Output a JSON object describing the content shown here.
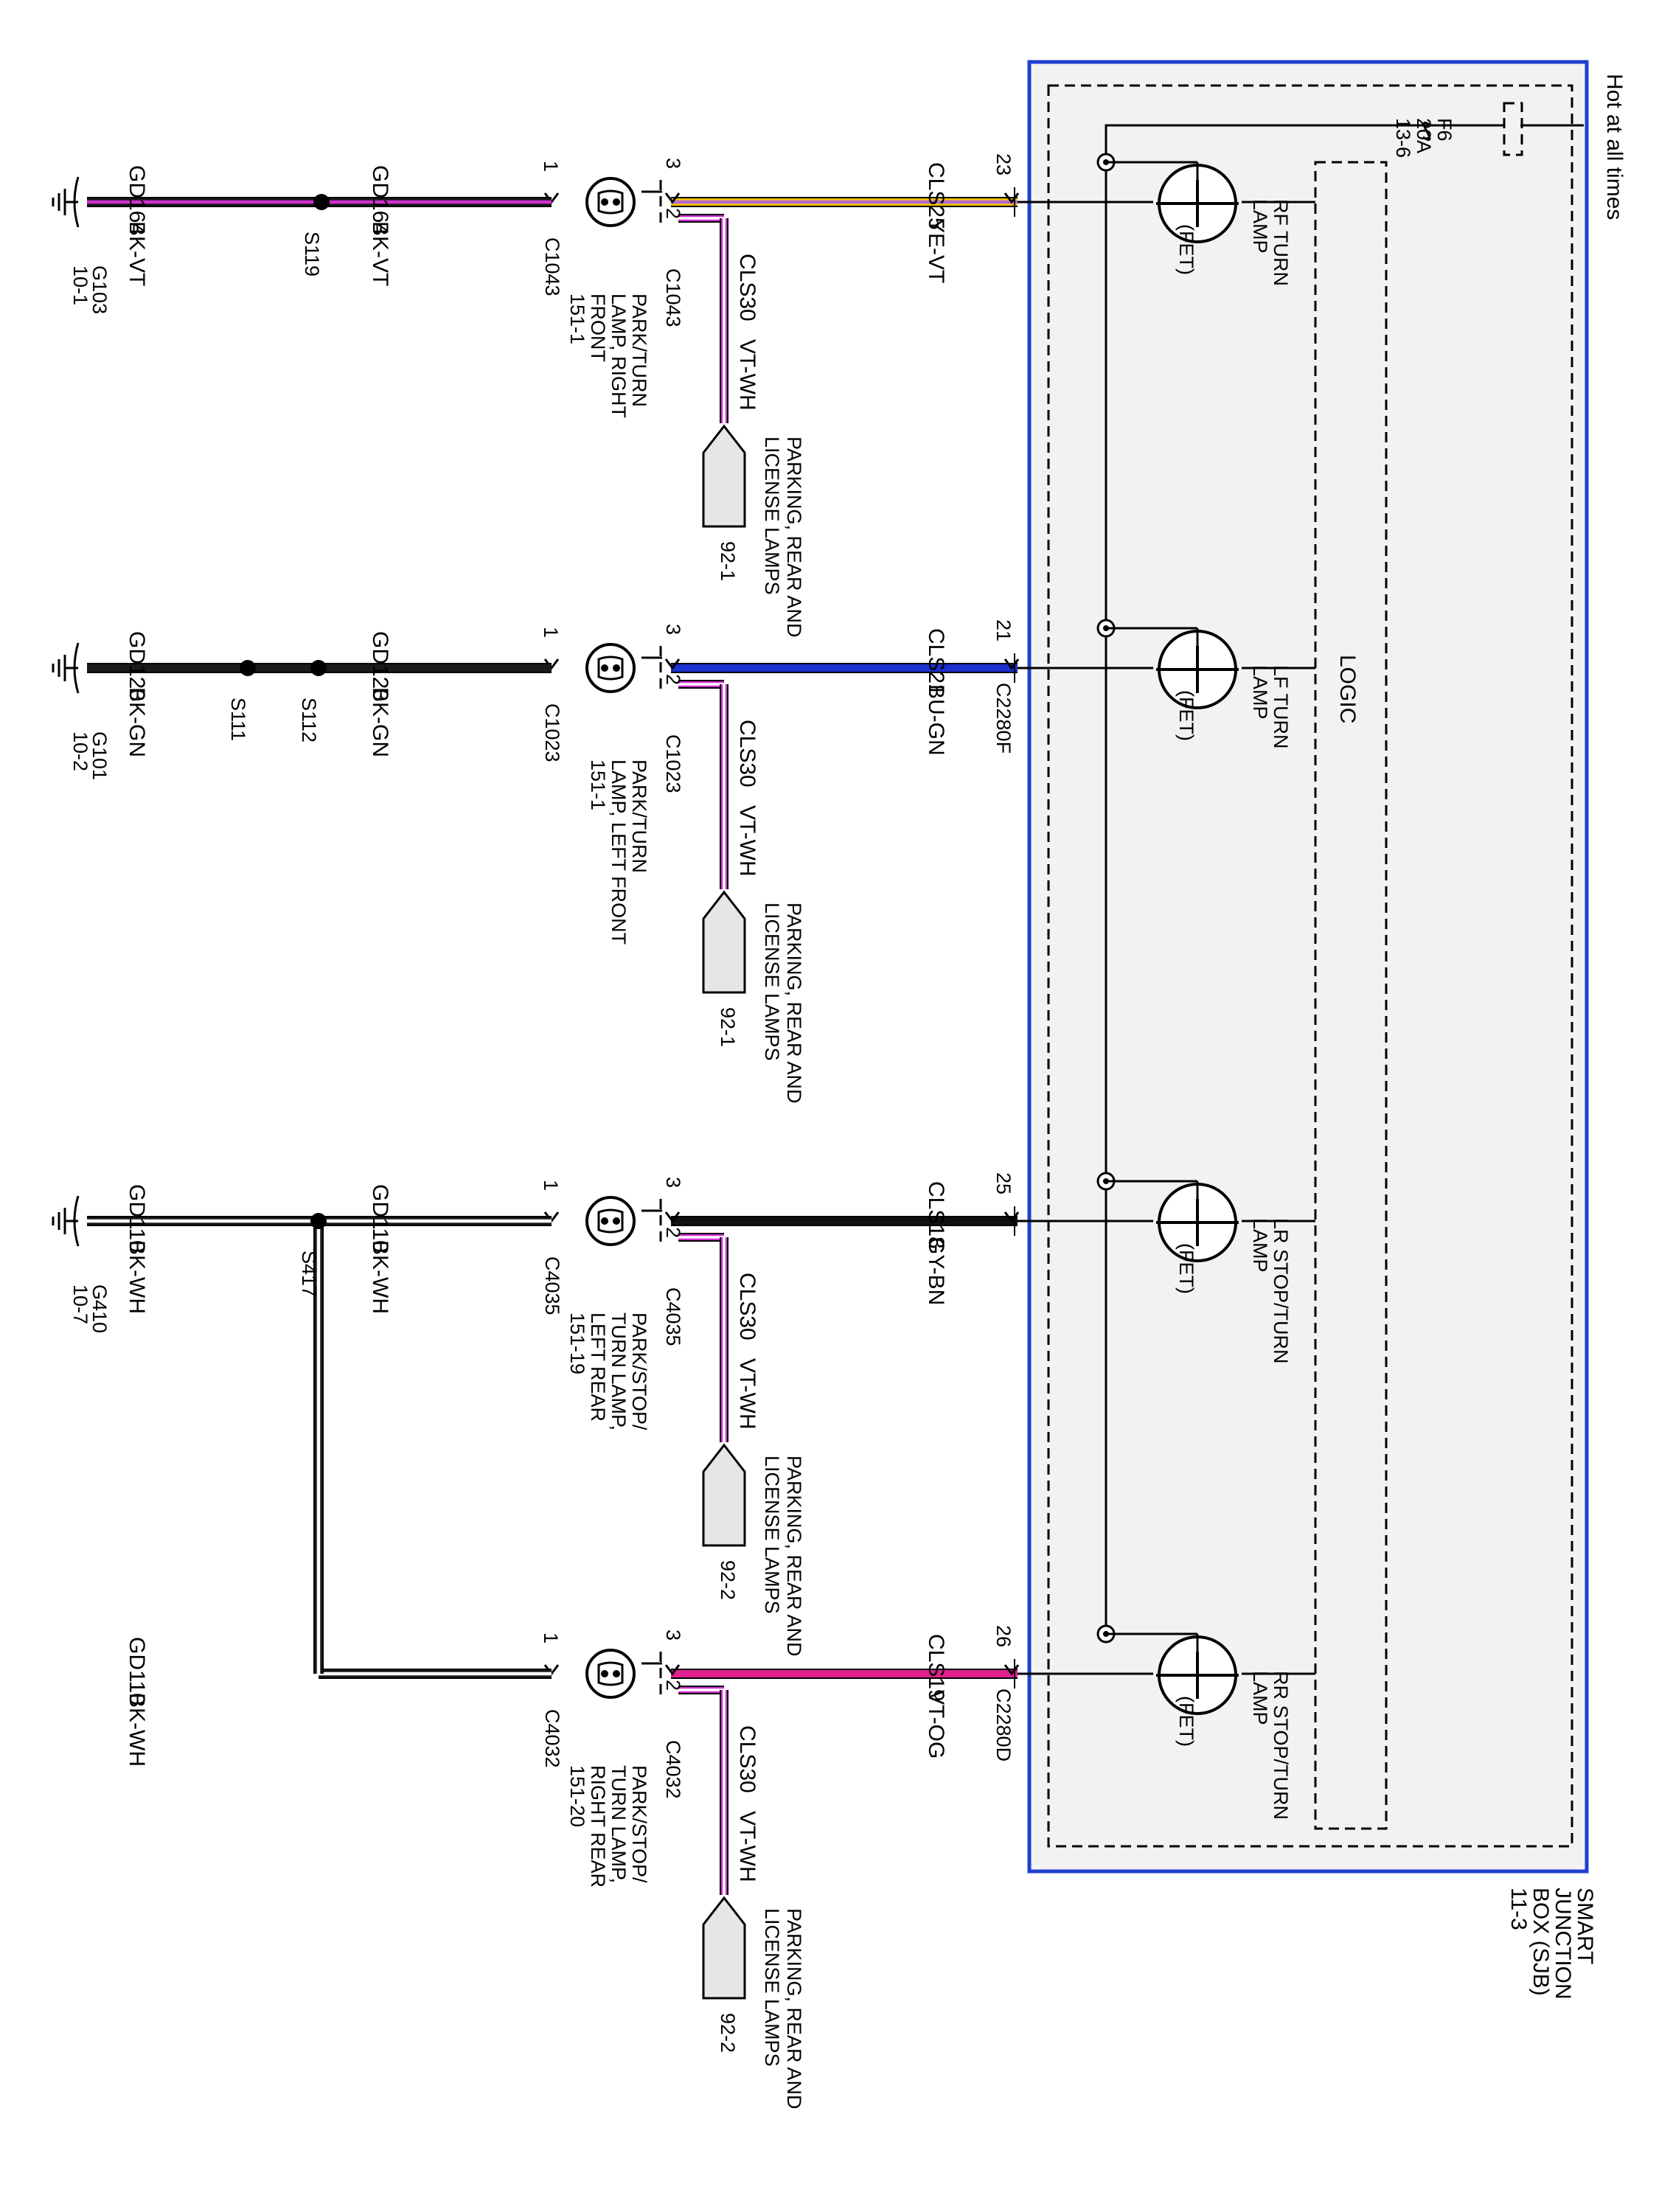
{
  "sjb": {
    "label": [
      "SMART",
      "JUNCTION",
      "BOX (SJB)",
      "11-3"
    ],
    "hot_label": "Hot at all times",
    "fuse": [
      "F6",
      "20A",
      "13-6"
    ],
    "logic": "LOGIC",
    "colors": {
      "border": "#1f3fd1",
      "fill": "#f2f2f2"
    }
  },
  "circuits": [
    {
      "id": "rf",
      "ground": {
        "id": "G103",
        "ref": "10-1"
      },
      "wire": {
        "circuit": "GD164",
        "color": "BK-VT"
      },
      "splices": [
        "S119"
      ],
      "lamp_pin_ground": "1",
      "lamp_connector": "C1043",
      "lamp_name": [
        "PARK/TURN",
        "LAMP, RIGHT",
        "FRONT",
        "151-1"
      ],
      "pin_feed": "3",
      "pin_park": "2",
      "park_wire": {
        "circuit": "CLS30",
        "color": "VT-WH"
      },
      "park_dest": [
        "PARKING, REAR AND",
        "LICENSE LAMPS"
      ],
      "park_ref": "92-1",
      "feed_wire": {
        "circuit": "CLS25",
        "color": "YE-VT"
      },
      "sjb_pin": "23",
      "sjb_connector": "",
      "fet_label": [
        "RF TURN",
        "LAMP"
      ],
      "fet_tag": "(FET)"
    },
    {
      "id": "lf",
      "ground": {
        "id": "G101",
        "ref": "10-2"
      },
      "wire": {
        "circuit": "GD120",
        "color": "BK-GN"
      },
      "splices": [
        "S111",
        "S112"
      ],
      "lamp_pin_ground": "1",
      "lamp_connector": "C1023",
      "lamp_name": [
        "PARK/TURN",
        "LAMP, LEFT FRONT",
        "151-1"
      ],
      "pin_feed": "3",
      "pin_park": "2",
      "park_wire": {
        "circuit": "CLS30",
        "color": "VT-WH"
      },
      "park_dest": [
        "PARKING, REAR AND",
        "LICENSE LAMPS"
      ],
      "park_ref": "92-1",
      "feed_wire": {
        "circuit": "CLS21",
        "color": "BU-GN"
      },
      "sjb_pin": "21",
      "sjb_connector": "C2280F",
      "fet_label": [
        "LF TURN",
        "LAMP"
      ],
      "fet_tag": "(FET)"
    },
    {
      "id": "lr",
      "ground": {
        "id": "G410",
        "ref": "10-7"
      },
      "wire": {
        "circuit": "GD110",
        "color": "BK-WH"
      },
      "splices": [
        "S417"
      ],
      "lamp_pin_ground": "1",
      "lamp_connector": "C4035",
      "lamp_name": [
        "PARK/STOP/",
        "TURN LAMP,",
        "LEFT REAR",
        "151-19"
      ],
      "pin_feed": "3",
      "pin_park": "2",
      "park_wire": {
        "circuit": "CLS30",
        "color": "VT-WH"
      },
      "park_dest": [
        "PARKING, REAR AND",
        "LICENSE LAMPS"
      ],
      "park_ref": "92-2",
      "feed_wire": {
        "circuit": "CLS18",
        "color": "GY-BN"
      },
      "sjb_pin": "25",
      "sjb_connector": "",
      "fet_label": [
        "LR STOP/TURN",
        "LAMP"
      ],
      "fet_tag": "(FET)"
    },
    {
      "id": "rr",
      "wire": {
        "circuit": "GD110",
        "color": "BK-WH"
      },
      "lamp_pin_ground": "1",
      "lamp_connector": "C4032",
      "lamp_name": [
        "PARK/STOP/",
        "TURN LAMP,",
        "RIGHT REAR",
        "151-20"
      ],
      "pin_feed": "3",
      "pin_park": "2",
      "park_wire": {
        "circuit": "CLS30",
        "color": "VT-WH"
      },
      "park_dest": [
        "PARKING, REAR AND",
        "LICENSE LAMPS"
      ],
      "park_ref": "92-2",
      "feed_wire": {
        "circuit": "CLS19",
        "color": "VT-OG"
      },
      "sjb_pin": "26",
      "sjb_connector": "C2280D",
      "fet_label": [
        "RR STOP/TURN",
        "LAMP"
      ],
      "fet_tag": "(FET)"
    }
  ],
  "wire_colors": {
    "GD164": [
      "#1a1a1a",
      "#d02fd0"
    ],
    "GD120": [
      "#1a1a1a",
      "#1a1a1a"
    ],
    "GD110": [
      "#1a1a1a",
      "#ffffff"
    ],
    "CLS25": [
      "#f2c200",
      "#b46ad8"
    ],
    "CLS21": [
      "#1c2fcf",
      "#1c2fcf"
    ],
    "CLS18": [
      "#111111",
      "#111111"
    ],
    "CLS19": [
      "#e0208f",
      "#e0208f"
    ],
    "CLS30": [
      "#d02fd0",
      "#ffffff"
    ]
  }
}
